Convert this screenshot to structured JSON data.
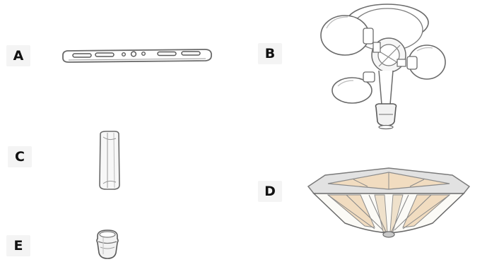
{
  "parts": [
    {
      "id": "a",
      "label": "A",
      "icon": "mounting-bar"
    },
    {
      "id": "b",
      "label": "B",
      "icon": "light-fixture-base"
    },
    {
      "id": "c",
      "label": "C",
      "icon": "downrod-tube"
    },
    {
      "id": "d",
      "label": "D",
      "icon": "glass-shade"
    },
    {
      "id": "e",
      "label": "E",
      "icon": "finial-cap"
    }
  ],
  "colors": {
    "outline": "#6a6a6a",
    "label_bg": "#f4f4f4",
    "label_text": "#111111",
    "glass_amber": "#f1dcc0",
    "glass_white": "#fbfaf6",
    "metal": "#c9c9c9"
  }
}
